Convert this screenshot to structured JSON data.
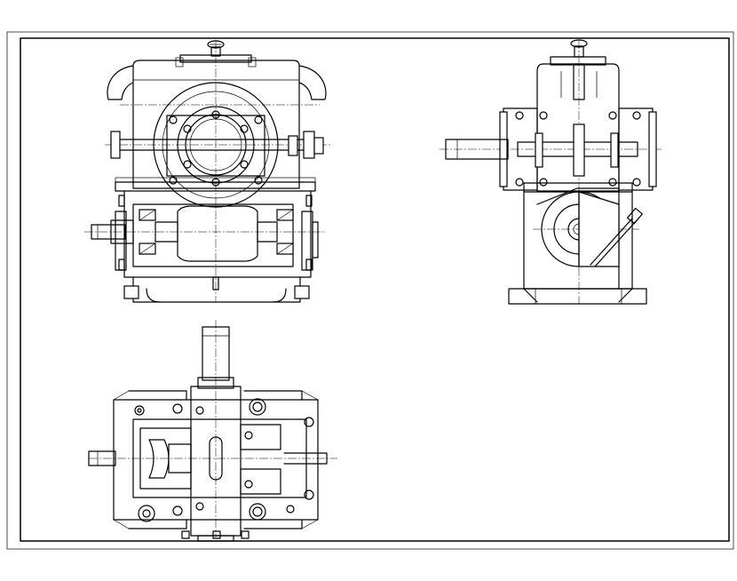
{
  "drawing": {
    "views": [
      "front-view",
      "side-view",
      "top-view"
    ],
    "line_color": "#000000",
    "background_color": "#ffffff"
  }
}
